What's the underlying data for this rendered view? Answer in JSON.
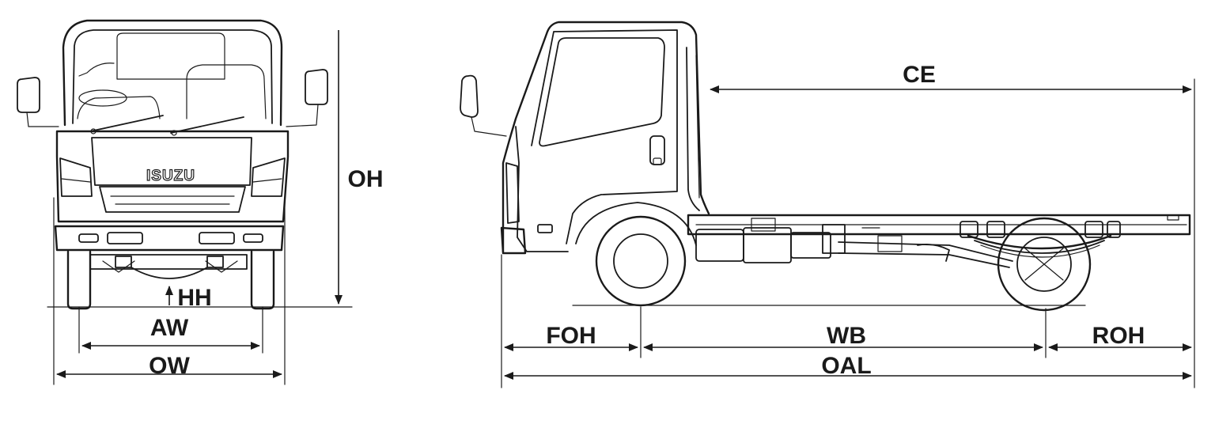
{
  "brand": {
    "logo_text": "ISUZU"
  },
  "front_view": {
    "labels": {
      "overall_height": "OH",
      "hitch_height": "HH",
      "axle_width": "AW",
      "overall_width": "OW"
    }
  },
  "side_view": {
    "labels": {
      "cab_end": "CE",
      "front_overhang": "FOH",
      "wheelbase": "WB",
      "rear_overhang": "ROH",
      "overall_length": "OAL"
    }
  }
}
